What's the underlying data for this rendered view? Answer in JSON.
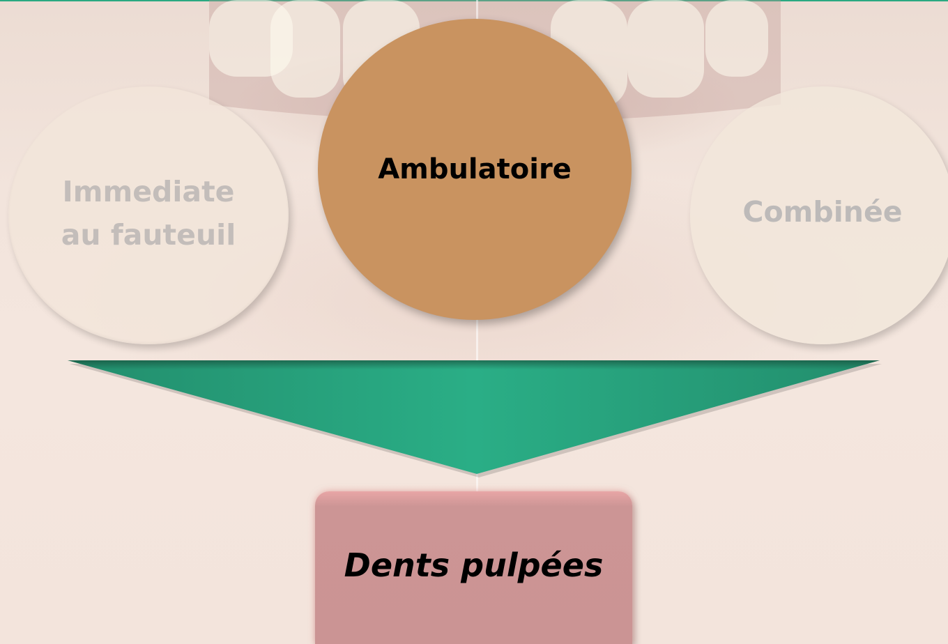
{
  "diagram": {
    "options": [
      {
        "label_line1": "Immediate",
        "label_line2": "au fauteuil",
        "state": "faded"
      },
      {
        "label": "Ambulatoire",
        "state": "highlighted"
      },
      {
        "label": "Combinée",
        "state": "faded"
      }
    ],
    "result": {
      "label": "Dents pulpées"
    }
  },
  "colors": {
    "highlight_circle": "#c99360",
    "faded_circle": "#f2e6da",
    "funnel": "#2aae86",
    "result_box": "#cb9494",
    "top_rule": "#2aa981"
  }
}
